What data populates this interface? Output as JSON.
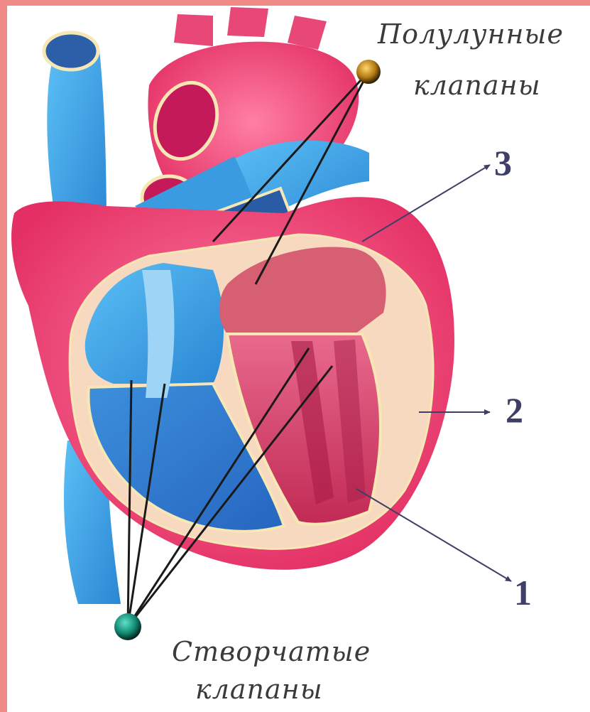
{
  "labels": {
    "semilunar_line1": "Полулунные",
    "semilunar_line2": "клапаны",
    "leaflet_line1": "Створчатые",
    "leaflet_line2": "клапаны",
    "num3": "3",
    "num2": "2",
    "num1": "1"
  },
  "colors": {
    "frame": "#f08a86",
    "venous_blue": "#3a9be0",
    "arterial_pink": "#e7386a",
    "arrow": "#3d3f66",
    "leader_line": "#1a1a1a"
  }
}
